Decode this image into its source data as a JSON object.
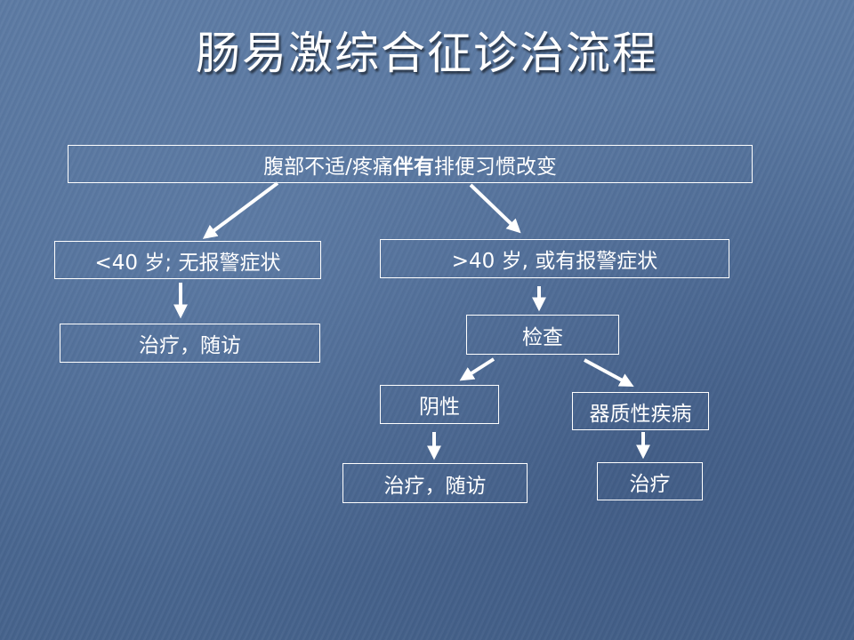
{
  "title": "肠易激综合征诊治流程",
  "nodes": {
    "root": {
      "pre": "腹部不适/疼痛",
      "bold": "伴有",
      "post": "排便习惯改变"
    },
    "young": "<40 岁; 无报警症状",
    "old": ">40 岁, 或有报警症状",
    "young_treat": "治疗，随访",
    "exam": "检查",
    "negative": "阴性",
    "organic": "器质性疾病",
    "neg_treat": "治疗，随访",
    "org_treat": "治疗"
  },
  "colors": {
    "text": "#ffffff",
    "border": "#ffffff",
    "arrow": "#ffffff"
  }
}
